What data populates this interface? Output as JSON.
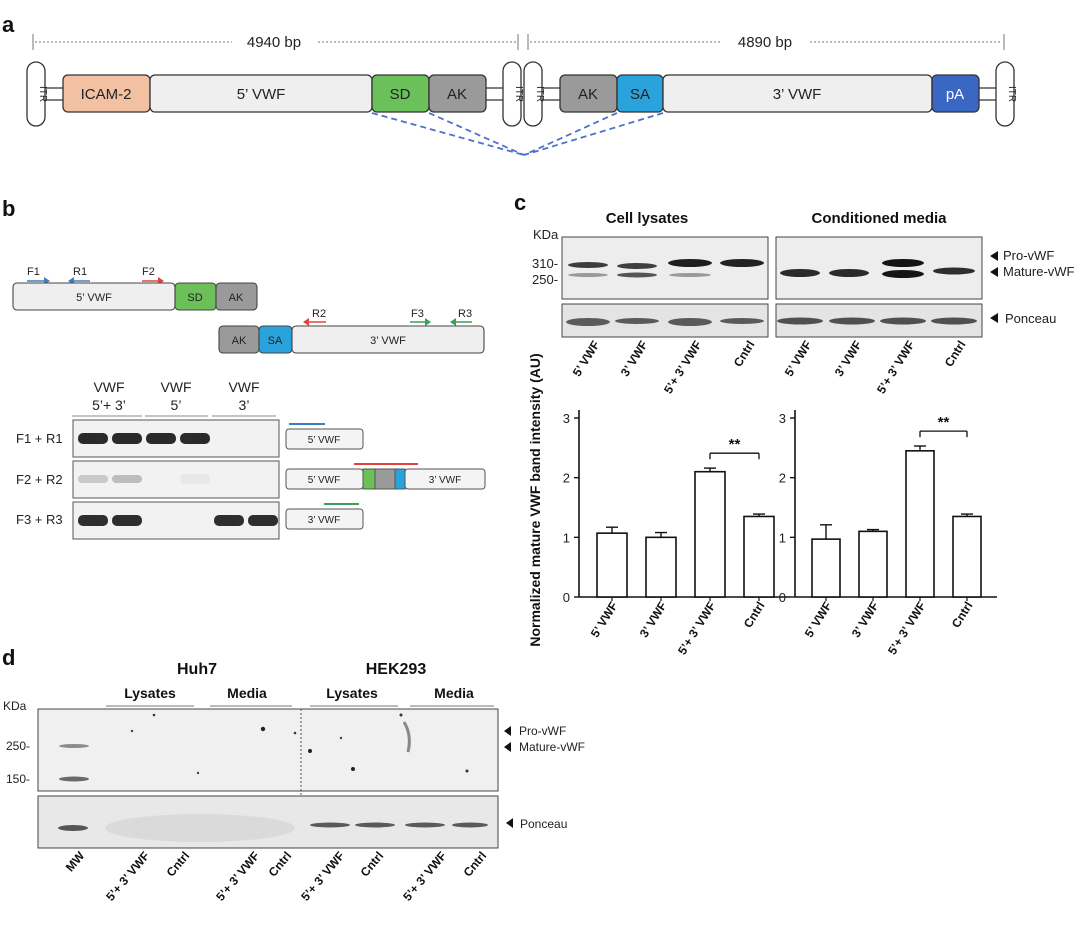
{
  "panels": {
    "a": "a",
    "b": "b",
    "c": "c",
    "d": "d"
  },
  "colors": {
    "icam": "#f2c1a3",
    "vwf": "#efefef",
    "sd": "#6cc05a",
    "ak": "#9a9a9a",
    "sa": "#2aa3dd",
    "pa": "#3a66c4",
    "dash": "#4a72c8",
    "blue_primer": "#3d7fc1",
    "red_primer": "#e0443c",
    "green_primer": "#3aa05a"
  },
  "panel_a": {
    "left_length": "4940 bp",
    "right_length": "4890 bp",
    "itr": "ITR",
    "left_blocks": [
      "ICAM-2",
      "5’ VWF",
      "SD",
      "AK"
    ],
    "right_blocks": [
      "AK",
      "SA",
      "3’ VWF",
      "pA"
    ]
  },
  "panel_b": {
    "primers": {
      "F1": "F1",
      "R1": "R1",
      "F2": "F2",
      "R2": "R2",
      "F3": "F3",
      "R3": "R3"
    },
    "top_construct": [
      "5’ VWF",
      "SD",
      "AK"
    ],
    "bottom_construct": [
      "AK",
      "SA",
      "3’ VWF"
    ],
    "groups": [
      {
        "line1": "VWF",
        "line2": "5’+ 3’"
      },
      {
        "line1": "VWF",
        "line2": "5’"
      },
      {
        "line1": "VWF",
        "line2": "3’"
      }
    ],
    "rows": [
      "F1 + R1",
      "F2 + R2",
      "F3 + R3"
    ],
    "products": {
      "r1": "5’ VWF",
      "r2a": "5’ VWF",
      "r2b": "3’ VWF",
      "r3": "3’ VWF"
    }
  },
  "panel_c": {
    "kda": "KDa",
    "blot_titles": [
      "Cell lysates",
      "Conditioned media"
    ],
    "markers": [
      "310-",
      "250-"
    ],
    "arrows": [
      "Pro-vWF",
      "Mature-vWF",
      "Ponceau"
    ],
    "lane_labels": [
      "5’ VWF",
      "3’ VWF",
      "5’+ 3’ VWF",
      "Cntrl"
    ],
    "sig": "**"
  },
  "chart_data": [
    {
      "type": "bar",
      "title": "Cell lysates",
      "categories": [
        "5’ VWF",
        "3’ VWF",
        "5’+ 3’ VWF",
        "Cntrl"
      ],
      "values": [
        1.07,
        1.0,
        2.1,
        1.35
      ],
      "errors": [
        0.1,
        0.08,
        0.06,
        0.04
      ],
      "ylabel": "Normalized mature VWF band intensity (AU)",
      "ylim": [
        0,
        3
      ],
      "yticks": [
        "0",
        "1",
        "2",
        "3"
      ],
      "significance": "**"
    },
    {
      "type": "bar",
      "title": "Conditioned media",
      "categories": [
        "5’ VWF",
        "3’ VWF",
        "5’+ 3’ VWF",
        "Cntrl"
      ],
      "values": [
        0.97,
        1.1,
        2.45,
        1.35
      ],
      "errors": [
        0.24,
        0.03,
        0.08,
        0.04
      ],
      "ylabel": "",
      "ylim": [
        0,
        3
      ],
      "yticks": [
        "0",
        "1",
        "2",
        "3"
      ],
      "significance": "**"
    }
  ],
  "panel_d": {
    "groups": [
      "Huh7",
      "HEK293"
    ],
    "sub": [
      "Lysates",
      "Media",
      "Lysates",
      "Media"
    ],
    "kda": "KDa",
    "markers": [
      "250-",
      "150-"
    ],
    "arrows": [
      "Pro-vWF",
      "Mature-vWF",
      "Ponceau"
    ],
    "lane_labels": [
      "MW",
      "5’+ 3’ VWF",
      "Cntrl",
      "5’+ 3’ VWF",
      "Cntrl",
      "5’+ 3’ VWF",
      "Cntrl",
      "5’+ 3’ VWF",
      "Cntrl"
    ]
  }
}
